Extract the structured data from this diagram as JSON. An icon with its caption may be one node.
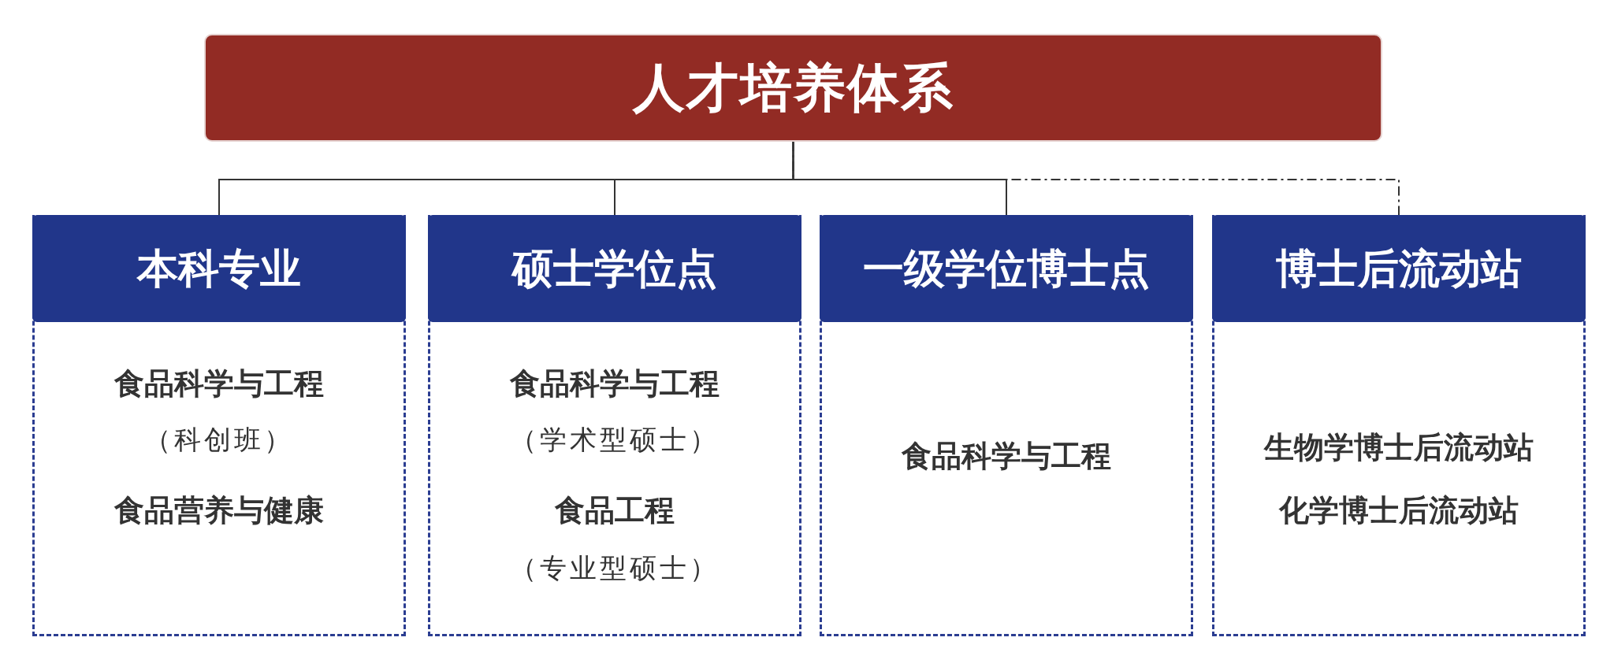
{
  "diagram": {
    "nodes": [
      {
        "text": [
          "人才培养体系"
        ]
      },
      {
        "text": [
          "本科专业",
          "食品科学与工程",
          "（科创班）",
          "食品营养与健康"
        ]
      },
      {
        "text": [
          "硕士学位点",
          "食品科学与工程",
          "（学术型硕士）",
          "食品工程",
          "（专业型硕士）"
        ]
      },
      {
        "text": [
          "一级学位博士点",
          "食品科学与工程"
        ]
      },
      {
        "text": [
          "博士后流动站",
          "生物学博士后流动站",
          "化学博士后流动站"
        ]
      }
    ],
    "edges": [
      {
        "from": 0,
        "to": 1,
        "arrow": "none"
      },
      {
        "from": 0,
        "to": 2,
        "arrow": "none"
      },
      {
        "from": 0,
        "to": 3,
        "arrow": "none"
      },
      {
        "from": 0,
        "to": 4,
        "arrow": "none",
        "style": "dashed"
      }
    ]
  }
}
